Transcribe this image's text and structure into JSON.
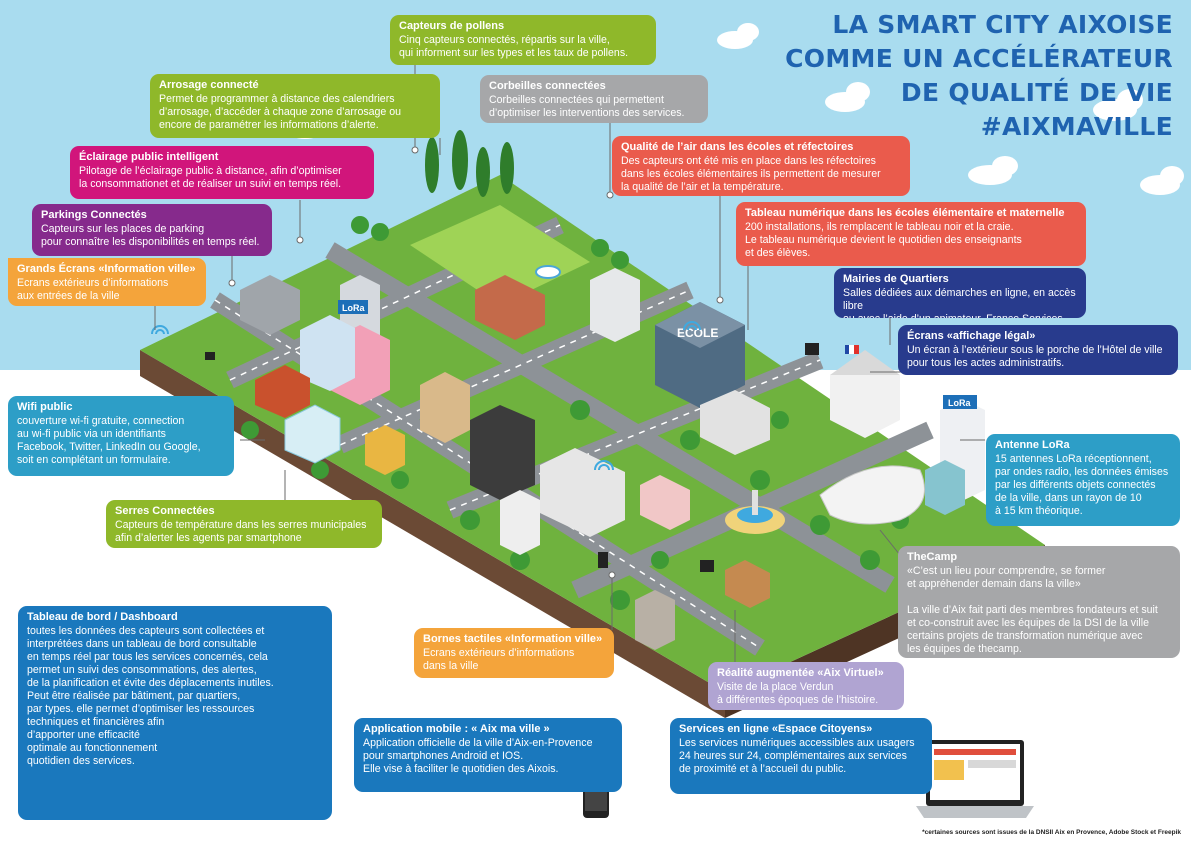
{
  "title": {
    "line1": "LA SMART CITY AIXOISE",
    "line2": "COMME UN ACCÉLÉRATEUR",
    "line3": "DE QUALITÉ DE VIE",
    "line4": "#AIXMAVILLE"
  },
  "colors": {
    "sky": "#a9dcef",
    "title": "#1f63b0",
    "green": "#8fb82a",
    "grey": "#a6a7a9",
    "magenta": "#d1157b",
    "purple": "#862a8c",
    "orange": "#f4a43b",
    "light_blue": "#2d9ec7",
    "red": "#ea5b4c",
    "navy": "#283b8d",
    "blue": "#1a78bd",
    "lavender": "#b0a4d2"
  },
  "boxes": {
    "pollens": {
      "heading": "Capteurs de pollens",
      "body": "Cinq capteurs connectés, répartis sur la ville,\nqui informent sur les types et les taux de pollens."
    },
    "corbeilles": {
      "heading": "Corbeilles connectées",
      "body": "Corbeilles connectées qui permettent\nd’optimiser les interventions des services."
    },
    "arrosage": {
      "heading": "Arrosage connecté",
      "body": "Permet de programmer à distance des calendriers\nd’arrosage, d’accéder à chaque zone d’arrosage ou\nencore de paramétrer les informations d’alerte."
    },
    "eclairage": {
      "heading": "Éclairage public intelligent",
      "body": "Pilotage de l’éclairage public à distance, afin  d’optimiser\nla consommationet et de réaliser un suivi en temps réel."
    },
    "parkings": {
      "heading": "Parkings Connectés",
      "body": "Capteurs sur les places de parking\npour connaître les disponibilités en temps réel."
    },
    "grands_ecrans": {
      "heading": "Grands Écrans «Information ville»",
      "body": "Ecrans extérieurs d’informations\naux entrées de la ville"
    },
    "air": {
      "heading": "Qualité de l’air dans les écoles et réfectoires",
      "body": "Des capteurs  ont été  mis en place dans les réfectoires\ndans les écoles élémentaires ils permettent de mesurer\nla qualité de l’air et la température."
    },
    "tableau_ecoles": {
      "heading": "Tableau numérique dans les écoles élémentaire et maternelle",
      "body": "200 installations, ils remplacent le tableau noir et la craie.\nLe tableau numérique devient le quotidien des enseignants\net des élèves."
    },
    "mairies": {
      "heading": "Mairies de Quartiers",
      "body": "Salles dédiées aux démarches en ligne, en accès libre\nou avec l’aide d’un animateur, France Services."
    },
    "affichage": {
      "heading": "Écrans «affichage légal»",
      "body": "Un écran à l’extérieur sous le porche de l’Hôtel de ville\npour tous les actes administratifs."
    },
    "wifi": {
      "heading": "Wifi public",
      "body": "couverture wi-fi gratuite, connection\nau wi-fi public via un identifiants\nFacebook, Twitter,  LinkedIn ou Google,\nsoit en complétant un formulaire."
    },
    "lora": {
      "heading": "Antenne LoRa",
      "body": "15 antennes LoRa réceptionnent,\npar ondes radio, les données émises\npar les différents objets connectés\nde la ville, dans un rayon de 10\nà 15 km théorique."
    },
    "serres": {
      "heading": "Serres Connectées",
      "body": "Capteurs de température dans les serres municipales\nafin d’alerter les agents par smartphone"
    },
    "thecamp": {
      "heading": "TheCamp",
      "body": "«C’est un lieu pour comprendre, se former\net appréhender demain dans la ville»\n\nLa ville d’Aix fait parti des membres fondateurs et suit\net co-construit avec les équipes de la DSI  de la ville\ncertains projets de transformation numérique avec\nles équipes de thecamp."
    },
    "dashboard": {
      "heading": "Tableau de bord / Dashboard",
      "body": "toutes les données des capteurs sont collectées et\ninterprétées dans un tableau de bord consultable\nen temps réel par tous les services concernés, cela\npermet un suivi des consommations, des alertes,\nde la planification et évite des déplacements inutiles.\nPeut être réalisée par bâtiment, par quartiers,\npar types. elle permet  d’optimiser les ressources\ntechniques et financières afin\nd’apporter une efficacité\noptimale au fonctionnement\nquotidien des services."
    },
    "bornes": {
      "heading": "Bornes tactiles «Information ville»",
      "body": "Ecrans extérieurs d’informations\ndans la ville"
    },
    "realite": {
      "heading": "Réalité augmentée «Aix Virtuel»",
      "body": "Visite  de la place Verdun\nà différentes époques de l’histoire."
    },
    "appli": {
      "heading": "Application mobile : « Aix ma ville »",
      "body": "Application officielle de la ville d’Aix-en-Provence\npour smartphones Android et IOS.\nElle vise à faciliter le quotidien des Aixois."
    },
    "services": {
      "heading": "Services en ligne «Espace  Citoyens»",
      "body": "Les services numériques accessibles aux usagers\n24 heures sur 24, complémentaires aux services\nde proximité et à l’accueil du public."
    }
  },
  "scene_labels": {
    "lora_sign_1": "LoRa",
    "lora_sign_2": "LoRa",
    "ecole_sign": "ECOLE"
  },
  "footnote": "*certaines sources sont issues de la DNSII Aix en Provence, Adobe Stock et Freepik"
}
